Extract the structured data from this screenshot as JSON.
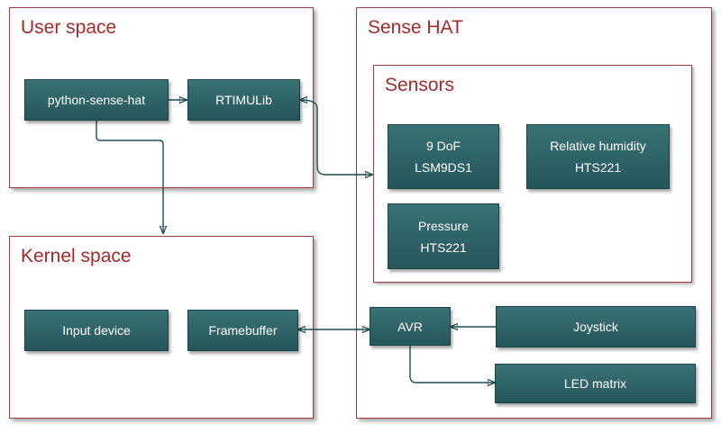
{
  "groups": {
    "user_space": "User space",
    "kernel_space": "Kernel space",
    "sense_hat": "Sense HAT",
    "sensors": "Sensors"
  },
  "nodes": {
    "python_sense_hat": "python-sense-hat",
    "rtimulib": "RTIMULib",
    "input_device": "Input device",
    "framebuffer": "Framebuffer",
    "dof9_line1": "9 DoF",
    "dof9_line2": "LSM9DS1",
    "humidity_line1": "Relative humidity",
    "humidity_line2": "HTS221",
    "pressure_line1": "Pressure",
    "pressure_line2": "HTS221",
    "avr": "AVR",
    "joystick": "Joystick",
    "led_matrix": "LED matrix"
  },
  "colors": {
    "group_border": "#a63a42",
    "group_title": "#a52a2a",
    "node_fill": "#2d6468",
    "connector": "#1f4d51"
  }
}
